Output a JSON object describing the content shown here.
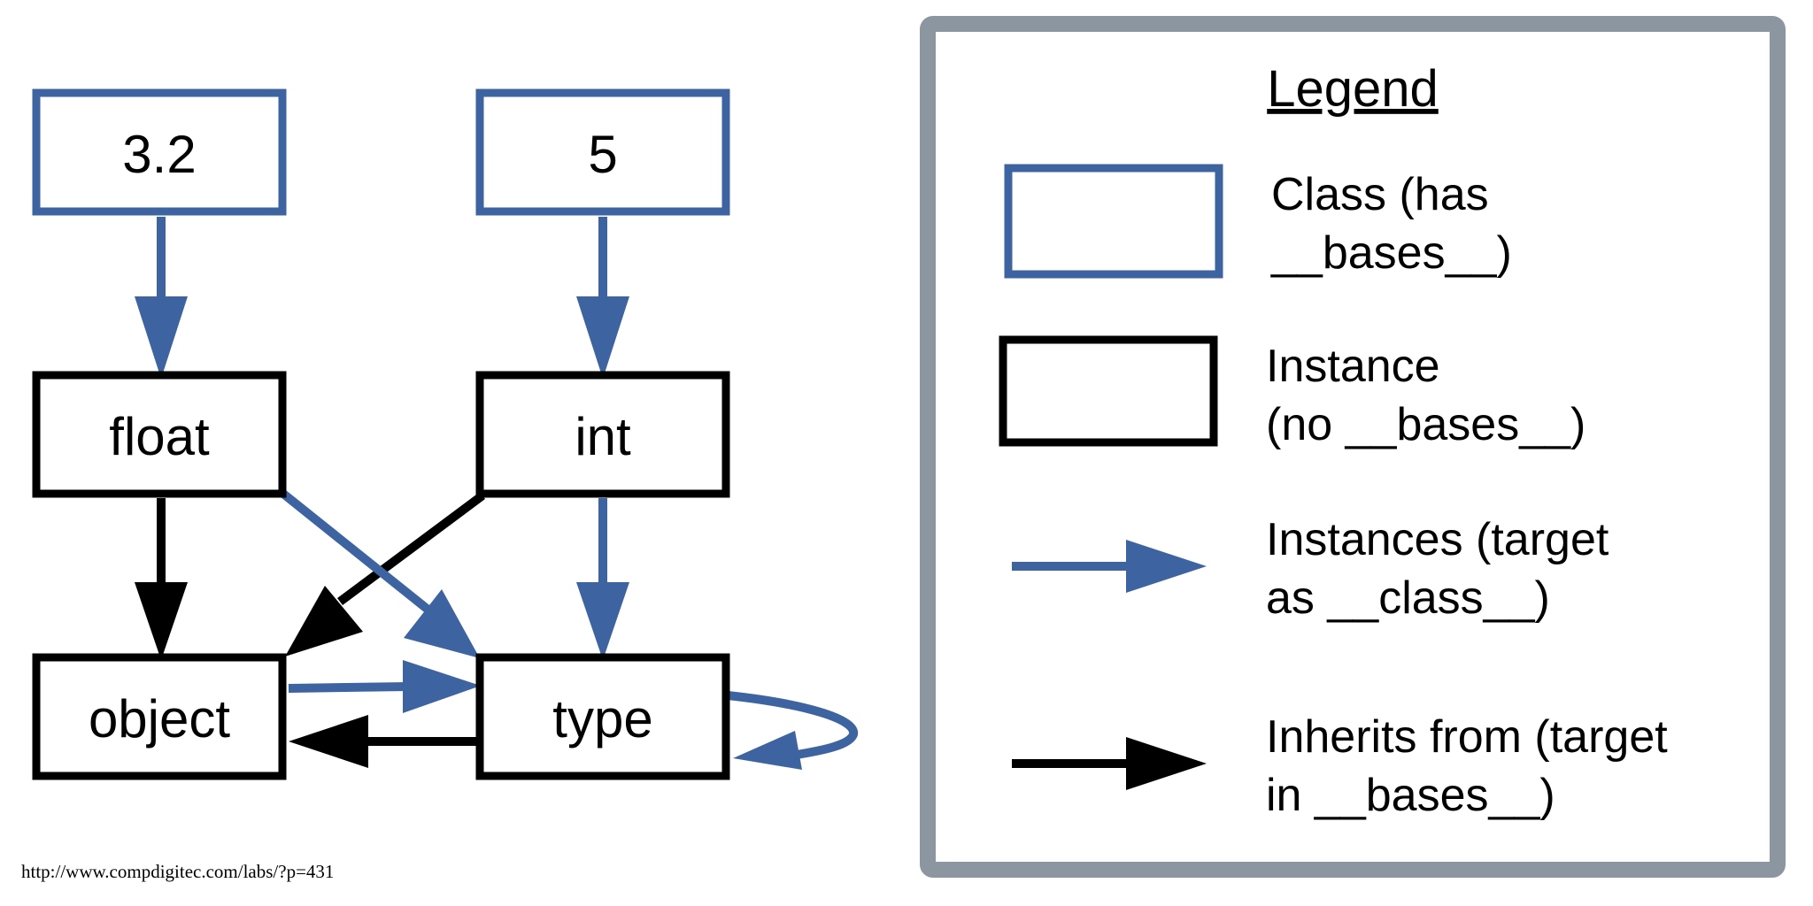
{
  "colors": {
    "class_blue": "#3d64a0",
    "instance_black": "#000000",
    "legend_border": "#8c96a0"
  },
  "nodes": {
    "n_3_2": "3.2",
    "n_5": "5",
    "n_float": "float",
    "n_int": "int",
    "n_object": "object",
    "n_type": "type"
  },
  "legend": {
    "title": "Legend",
    "class_line1": "Class (has",
    "class_line2": "__bases__)",
    "instance_line1": "Instance",
    "instance_line2": "(no __bases__)",
    "instances_arrow_line1": "Instances (target",
    "instances_arrow_line2": "as __class__)",
    "inherits_line1": "Inherits from (target",
    "inherits_line2": "in __bases__)"
  },
  "source": "http://www.compdigitec.com/labs/?p=431"
}
